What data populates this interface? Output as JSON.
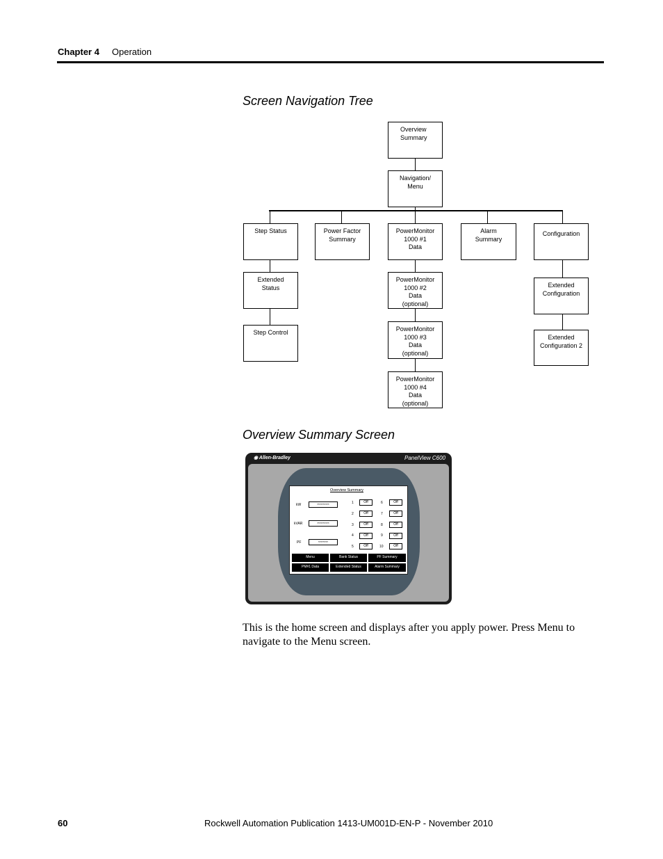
{
  "header": {
    "chapter": "Chapter 4",
    "section": "Operation"
  },
  "nav_tree": {
    "title": "Screen Navigation Tree",
    "nodes": {
      "overview": "Overview\nSummary",
      "navigation": "Navigation/\nMenu",
      "step_status": "Step Status",
      "pf_summary": "Power Factor\nSummary",
      "pm1": "PowerMonitor\n1000 #1\nData",
      "alarm": "Alarm\nSummary",
      "config": "Configuration",
      "ext_status": "Extended\nStatus",
      "pm2": "PowerMonitor\n1000 #2\nData\n(optional)",
      "ext_config": "Extended\nConfiguration",
      "step_control": "Step Control",
      "pm3": "PowerMonitor\n1000 #3\nData\n(optional)",
      "ext_config2": "Extended\nConfiguration 2",
      "pm4": "PowerMonitor\n1000 #4\nData\n(optional)"
    }
  },
  "overview_screen": {
    "title": "Overview Summary Screen",
    "brand": "Allen-Bradley",
    "model": "PanelView  C600",
    "screen_title": "Overview Summary",
    "fields": [
      {
        "label": "kW",
        "value": "**********"
      },
      {
        "label": "kVAR",
        "value": "**********"
      },
      {
        "label": "PF",
        "value": "********"
      }
    ],
    "steps_left": [
      {
        "num": "1",
        "state": "Off"
      },
      {
        "num": "2",
        "state": "Off"
      },
      {
        "num": "3",
        "state": "Off"
      },
      {
        "num": "4",
        "state": "Off"
      },
      {
        "num": "5",
        "state": "Off"
      }
    ],
    "steps_right": [
      {
        "num": "6",
        "state": "Off"
      },
      {
        "num": "7",
        "state": "Off"
      },
      {
        "num": "8",
        "state": "Off"
      },
      {
        "num": "9",
        "state": "Off"
      },
      {
        "num": "10",
        "state": "Off"
      }
    ],
    "buttons_row1": [
      "Menu",
      "Bank Status",
      "PF Summary"
    ],
    "buttons_row2": [
      "PM#1 Data",
      "Extended Status",
      "Alarm Summary"
    ]
  },
  "body_text": "This is the home screen and displays after you apply power. Press Menu to navigate to the Menu screen.",
  "footer": {
    "page": "60",
    "publication": "Rockwell Automation Publication 1413-UM001D-EN-P - November 2010"
  }
}
